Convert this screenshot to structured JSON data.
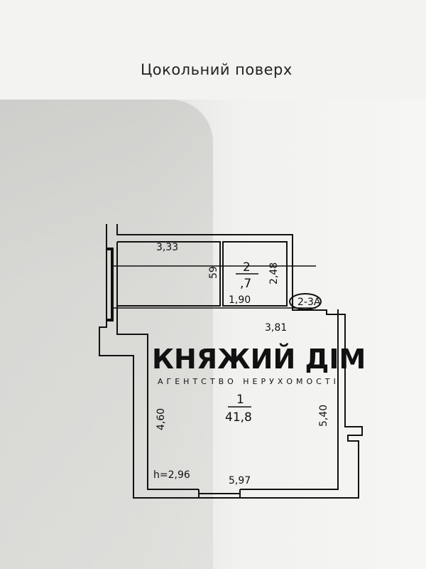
{
  "title": "Цокольний поверх",
  "rooms": [
    {
      "number": "1",
      "area": "41,8"
    },
    {
      "number": "2",
      "area": ",7"
    }
  ],
  "dimensions": {
    "top_left_width": "3,33",
    "left_small_height": "59",
    "room2_height": "2,48",
    "room2_width": "1,90",
    "corridor_width": "3,81",
    "left_height": "4,60",
    "right_height": "5,40",
    "bottom_width": "5,97",
    "ceiling_height": "h=2,96"
  },
  "stair_label": "2-3А",
  "watermark": {
    "name": "КНЯЖИЙ ДІМ",
    "subtitle": "АГЕНТСТВО НЕРУХОМОСТІ"
  }
}
